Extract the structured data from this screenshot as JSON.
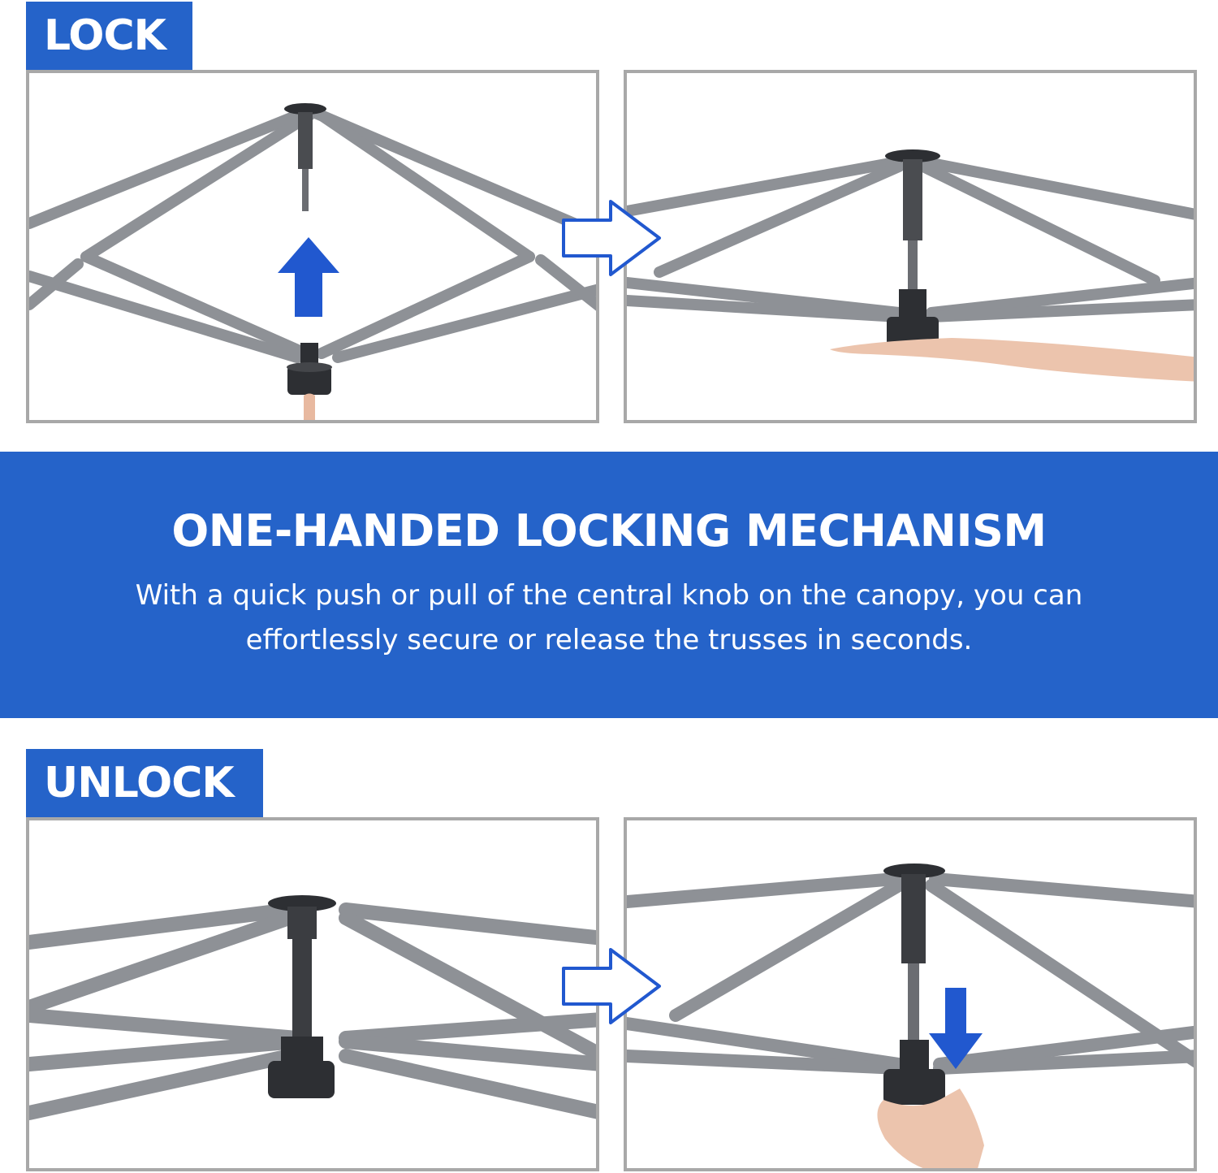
{
  "lock_section": {
    "label": "LOCK"
  },
  "unlock_section": {
    "label": "UNLOCK"
  },
  "banner": {
    "title": "ONE-HANDED LOCKING MECHANISM",
    "description_line1": "With a quick push or pull of the central knob on the canopy, you can",
    "description_line2": "effortlessly secure or release the trusses in seconds."
  },
  "colors": {
    "accent": "#2563c9",
    "frame_border": "#a8a8a8",
    "truss_gray": "#8e9196",
    "hub_dark": "#2d2f33"
  },
  "icons": [
    "up-arrow-icon",
    "right-arrow-icon",
    "down-arrow-icon"
  ]
}
